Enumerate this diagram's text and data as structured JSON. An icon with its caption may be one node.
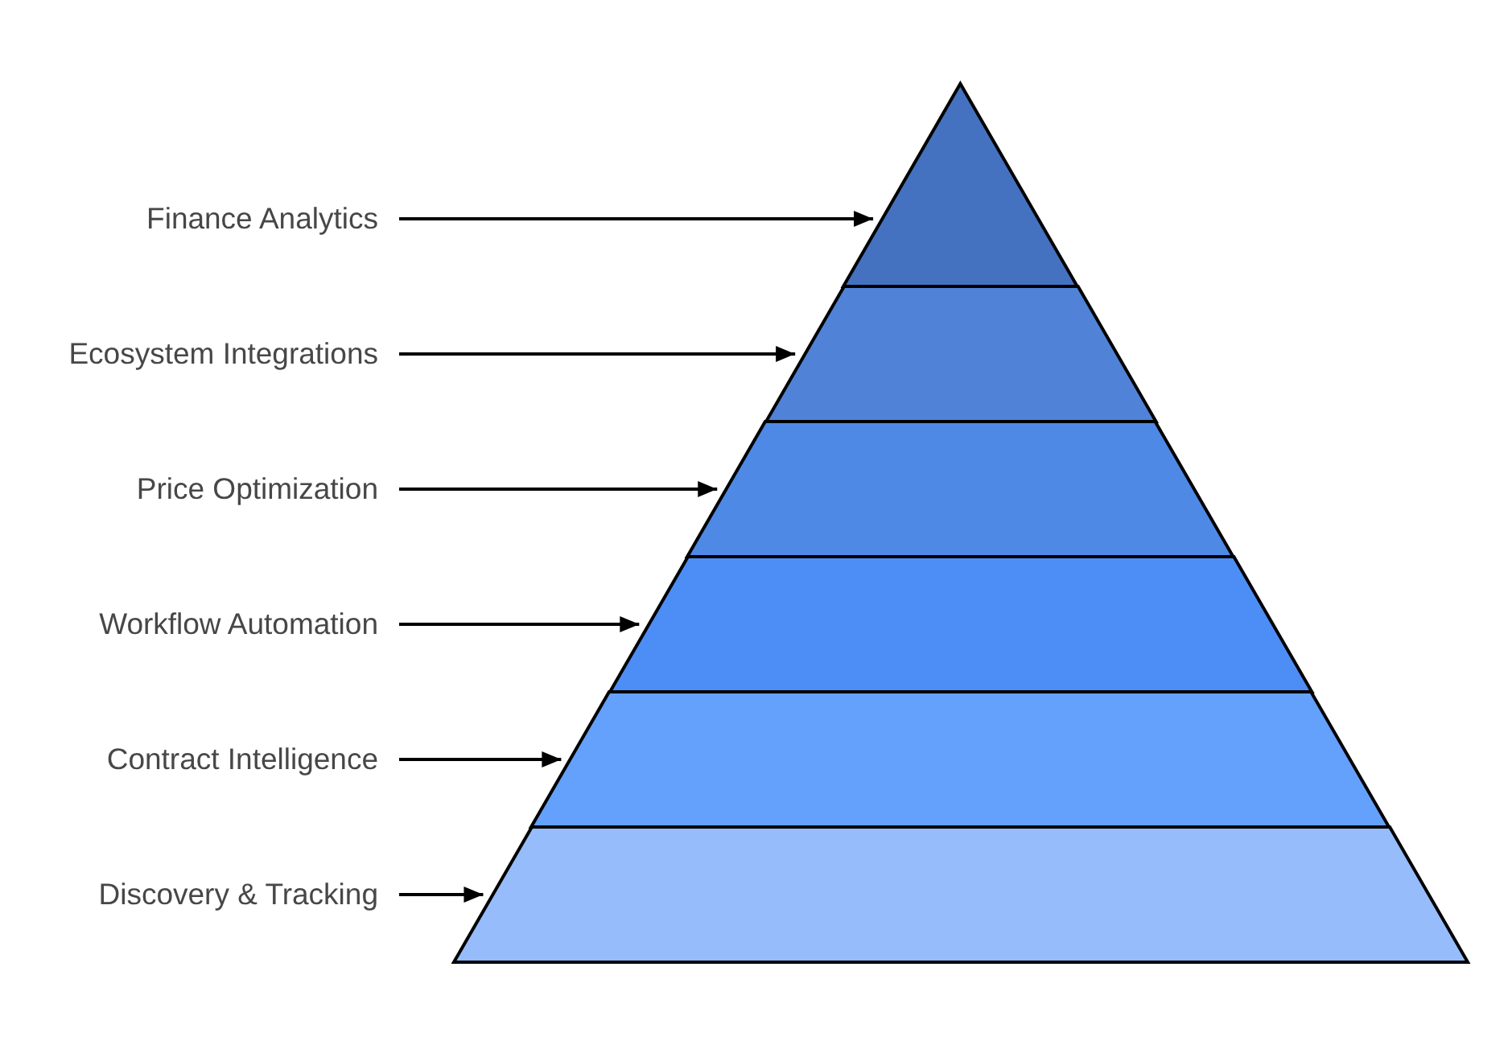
{
  "diagram": {
    "nodes": [
      {
        "text": [
          "Finance Analytics"
        ]
      },
      {
        "text": [],
        "shape": "triangle"
      },
      {
        "text": [
          "Ecosystem Integrations"
        ]
      },
      {
        "text": [],
        "shape": "trapezoid"
      },
      {
        "text": [
          "Price Optimization"
        ]
      },
      {
        "text": [],
        "shape": "trapezoid"
      },
      {
        "text": [
          "Workflow Automation"
        ]
      },
      {
        "text": [],
        "shape": "trapezoid"
      },
      {
        "text": [
          "Contract Intelligence"
        ]
      },
      {
        "text": [],
        "shape": "trapezoid"
      },
      {
        "text": [
          "Discovery & Tracking"
        ]
      },
      {
        "text": [],
        "shape": "trapezoid"
      }
    ],
    "edges": [
      {
        "from": 0,
        "to": 1,
        "arrow": "to"
      },
      {
        "from": 2,
        "to": 3,
        "arrow": "to"
      },
      {
        "from": 4,
        "to": 5,
        "arrow": "to"
      },
      {
        "from": 6,
        "to": 7,
        "arrow": "to"
      },
      {
        "from": 8,
        "to": 9,
        "arrow": "to"
      },
      {
        "from": 10,
        "to": 11,
        "arrow": "to"
      }
    ]
  }
}
